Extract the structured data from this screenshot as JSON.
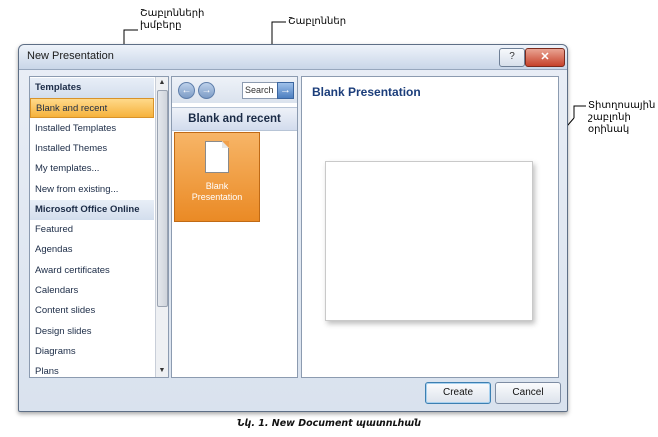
{
  "callouts": {
    "categories_line1": "Շաբլոնների",
    "categories_line2": "խմբերը",
    "templates": "Շաբլոններ",
    "sample_line1": "Տիտղոսային",
    "sample_line2": "շաբլոնի",
    "sample_line3": "օրինակ"
  },
  "dialog": {
    "title": "New Presentation",
    "help_icon": "?",
    "close_icon": "✕"
  },
  "categories": [
    {
      "label": "Templates",
      "type": "header"
    },
    {
      "label": "Blank and recent",
      "type": "selected"
    },
    {
      "label": "Installed Templates",
      "type": "item"
    },
    {
      "label": "Installed Themes",
      "type": "item"
    },
    {
      "label": "My templates...",
      "type": "item"
    },
    {
      "label": "New from existing...",
      "type": "item"
    },
    {
      "label": "Microsoft Office Online",
      "type": "header"
    },
    {
      "label": "Featured",
      "type": "item"
    },
    {
      "label": "Agendas",
      "type": "item"
    },
    {
      "label": "Award certificates",
      "type": "item"
    },
    {
      "label": "Calendars",
      "type": "item"
    },
    {
      "label": "Content slides",
      "type": "item"
    },
    {
      "label": "Design slides",
      "type": "item"
    },
    {
      "label": "Diagrams",
      "type": "item"
    },
    {
      "label": "Plans",
      "type": "item"
    }
  ],
  "middle": {
    "back_icon": "←",
    "forward_icon": "→",
    "search_placeholder": "Search",
    "go_icon": "→",
    "section_title": "Blank and recent",
    "tile_label_line1": "Blank",
    "tile_label_line2": "Presentation"
  },
  "preview": {
    "title": "Blank Presentation"
  },
  "buttons": {
    "create": "Create",
    "cancel": "Cancel"
  },
  "caption": "Նկ. 1. New Document պատուհան"
}
